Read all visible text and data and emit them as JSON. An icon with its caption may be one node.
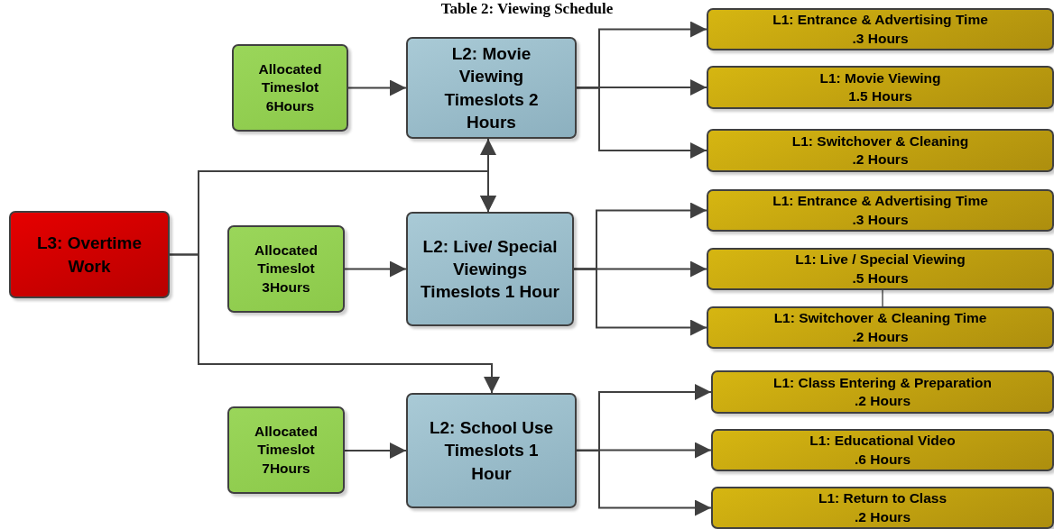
{
  "diagram": {
    "title": "Table 2: Viewing Schedule",
    "nodes": [
      {
        "text": [
          "L3: Overtime Work"
        ]
      },
      {
        "text": [
          "Allocated Timeslot 6Hours"
        ]
      },
      {
        "text": [
          "L2: Movie Viewing Timeslots 2 Hours"
        ]
      },
      {
        "text": [
          "Allocated Timeslot 3Hours"
        ]
      },
      {
        "text": [
          "L2: Live/ Special Viewings Timeslots 1 Hour"
        ]
      },
      {
        "text": [
          "Allocated Timeslot 7Hours"
        ]
      },
      {
        "text": [
          "L2: School Use Timeslots 1 Hour"
        ]
      },
      {
        "text": [
          "L1: Entrance & Advertising Time",
          ".3 Hours"
        ]
      },
      {
        "text": [
          "L1: Movie Viewing",
          "1.5 Hours"
        ]
      },
      {
        "text": [
          "L1: Switchover & Cleaning",
          ".2 Hours"
        ]
      },
      {
        "text": [
          "L1: Entrance & Advertising Time",
          ".3 Hours"
        ]
      },
      {
        "text": [
          "L1: Live / Special Viewing",
          ".5 Hours"
        ]
      },
      {
        "text": [
          "L1: Switchover & Cleaning Time",
          ".2 Hours"
        ]
      },
      {
        "text": [
          "L1: Class Entering & Preparation",
          ".2 Hours"
        ]
      },
      {
        "text": [
          "L1: Educational Video",
          ".6 Hours"
        ]
      },
      {
        "text": [
          "L1: Return to Class",
          ".2 Hours"
        ]
      }
    ],
    "edges": [
      {
        "from": 1,
        "to": 2,
        "arrow": "to"
      },
      {
        "from": 3,
        "to": 4,
        "arrow": "to"
      },
      {
        "from": 5,
        "to": 6,
        "arrow": "to"
      },
      {
        "from": 0,
        "to": 4,
        "arrow": "to"
      },
      {
        "from": 0,
        "to": 6,
        "arrow": "to"
      },
      {
        "from": 2,
        "to": 4,
        "arrow": "both"
      },
      {
        "from": 2,
        "to": 7,
        "arrow": "to"
      },
      {
        "from": 2,
        "to": 8,
        "arrow": "to"
      },
      {
        "from": 2,
        "to": 9,
        "arrow": "to"
      },
      {
        "from": 4,
        "to": 10,
        "arrow": "to"
      },
      {
        "from": 4,
        "to": 11,
        "arrow": "to"
      },
      {
        "from": 4,
        "to": 12,
        "arrow": "to"
      },
      {
        "from": 6,
        "to": 13,
        "arrow": "to"
      },
      {
        "from": 6,
        "to": 14,
        "arrow": "to"
      },
      {
        "from": 6,
        "to": 15,
        "arrow": "to"
      },
      {
        "from": 11,
        "to": 12,
        "arrow": "none"
      }
    ]
  }
}
